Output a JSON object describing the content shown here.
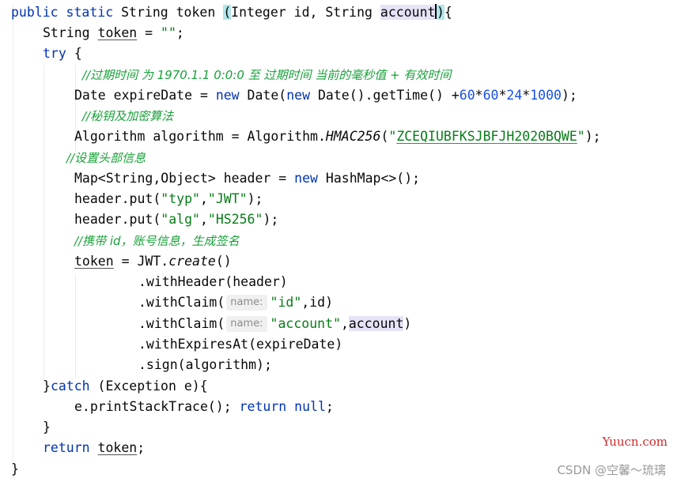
{
  "code": {
    "sig_kw": "public static",
    "sig_type": "String",
    "sig_name": "token",
    "sig_open_paren": "(",
    "sig_params_a": "Integer id, String ",
    "sig_param_account": "account",
    "sig_close_paren": ")",
    "sig_brace": "{",
    "l2_type": "String ",
    "l2_var": "token",
    "l2_eq": " = ",
    "l2_str": "\"\"",
    "l2_end": ";",
    "l3_try": "try",
    "l3_brace": " {",
    "l4_comment": "//过期时间 为 1970.1.1 0:0:0 至 过期时间 当前的毫秒值 + 有效时间",
    "l5_a": "Date expireDate = ",
    "l5_new1": "new",
    "l5_b": " Date(",
    "l5_new2": "new",
    "l5_c": " Date().getTime() +",
    "l5_n1": "60",
    "l5_s1": "*",
    "l5_n2": "60",
    "l5_s2": "*",
    "l5_n3": "24",
    "l5_s3": "*",
    "l5_n4": "1000",
    "l5_end": ");",
    "l6_comment": "//秘钥及加密算法",
    "l7_a": "Algorithm algorithm = Algorithm.",
    "l7_method": "HMAC256",
    "l7_open": "(",
    "l7_str_q1": "\"",
    "l7_str": "ZCEQIUBFKSJBFJH2020BQWE",
    "l7_str_q2": "\"",
    "l7_end": ");",
    "l8_comment": "//设置头部信息",
    "l9_a": "Map<String,Object> header = ",
    "l9_new": "new",
    "l9_b": " HashMap<>();",
    "l10_a": "header.put(",
    "l10_s1": "\"typ\"",
    "l10_comma": ",",
    "l10_s2": "\"JWT\"",
    "l10_end": ");",
    "l11_a": "header.put(",
    "l11_s1": "\"alg\"",
    "l11_comma": ",",
    "l11_s2": "\"HS256\"",
    "l11_end": ");",
    "l12_comment": "//携带 id，账号信息，生成签名",
    "l13_var": "token",
    "l13_a": " = JWT.",
    "l13_method": "create",
    "l13_end": "()",
    "l14": ".withHeader(header)",
    "l15_a": ".withClaim(",
    "l15_hint": "name:",
    "l15_str": "\"id\"",
    "l15_end": ",id)",
    "l16_a": ".withClaim(",
    "l16_hint": "name:",
    "l16_str": "\"account\"",
    "l16_comma": ",",
    "l16_param": "account",
    "l16_end": ")",
    "l17": ".withExpiresAt(expireDate)",
    "l18": ".sign(algorithm);",
    "l19_a": "}",
    "l19_catch": "catch",
    "l19_b": " (Exception e){",
    "l20_a": "e.printStackTrace(); ",
    "l20_return": "return",
    "l20_sp": " ",
    "l20_null": "null",
    "l20_end": ";",
    "l21": "}",
    "l22_return": "return",
    "l22_sp": " ",
    "l22_var": "token",
    "l22_end": ";",
    "l23": "}"
  },
  "watermarks": {
    "site": "Yuucn.com",
    "csdn": "CSDN @空馨～琉璃"
  },
  "colors": {
    "keyword": "#0033b3",
    "string": "#067d17",
    "number": "#1750eb",
    "comment": "#8c8c8c",
    "doc_comment": "#19a13a"
  }
}
